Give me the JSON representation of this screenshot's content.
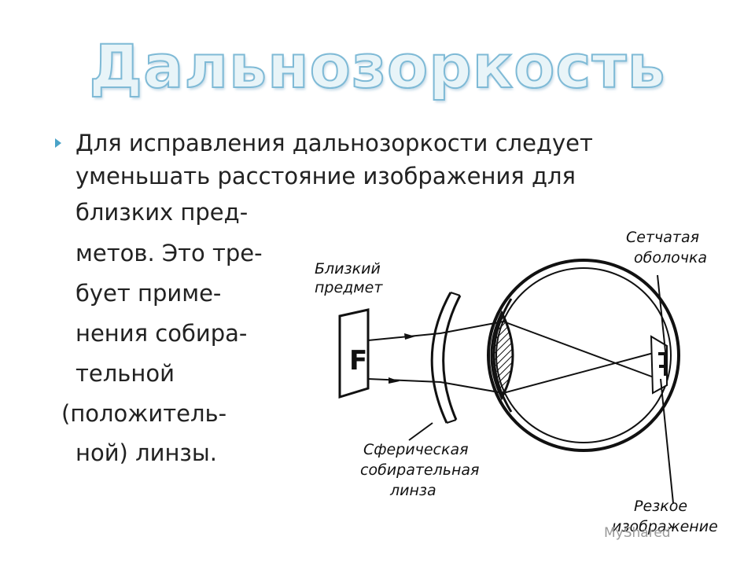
{
  "slide": {
    "title": "Дальнозоркость",
    "body_lines": [
      "Для исправления дальнозоркости следует",
      "уменьшать расстояние изображения для",
      "близких пред-",
      "метов. Это тре-",
      "бует приме-",
      "нения собира-",
      "тельной",
      "(положитель-",
      "ной) линзы."
    ]
  },
  "diagram": {
    "object_letter": "F",
    "labels": {
      "near_object": [
        "Близкий",
        "предмет"
      ],
      "retina": [
        "Сетчатая",
        "оболочка"
      ],
      "lens": [
        "Сферическая",
        "собирательная",
        "линза"
      ],
      "sharp_image": [
        "Резкое",
        "изображение"
      ]
    }
  },
  "watermark": "MyShared"
}
